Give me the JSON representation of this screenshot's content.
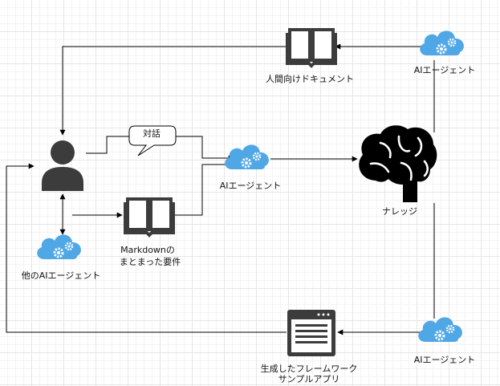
{
  "nodes": {
    "human_docs": "人間向けドキュメント",
    "agent_top_right": "AIエージェント",
    "dialogue": "対話",
    "agent_center": "AIエージェント",
    "knowledge": "ナレッジ",
    "markdown_line1": "Markdownの",
    "markdown_line2": "まとまった要件",
    "other_agent": "他のAIエージェント",
    "generated_line1": "生成したフレームワーク",
    "generated_line2": "サンプルアプリ",
    "agent_bottom_right": "AIエージェント"
  },
  "colors": {
    "cloud": "#50a7e6",
    "gear": "#ffffff",
    "icon_dark": "#3c3c3c",
    "line": "#000000"
  },
  "icons": {
    "user": "person-icon",
    "book": "book-icon",
    "cloud_agent": "cloud-gear-icon",
    "brain": "brain-icon",
    "app": "browser-window-icon",
    "speech": "speech-bubble"
  }
}
